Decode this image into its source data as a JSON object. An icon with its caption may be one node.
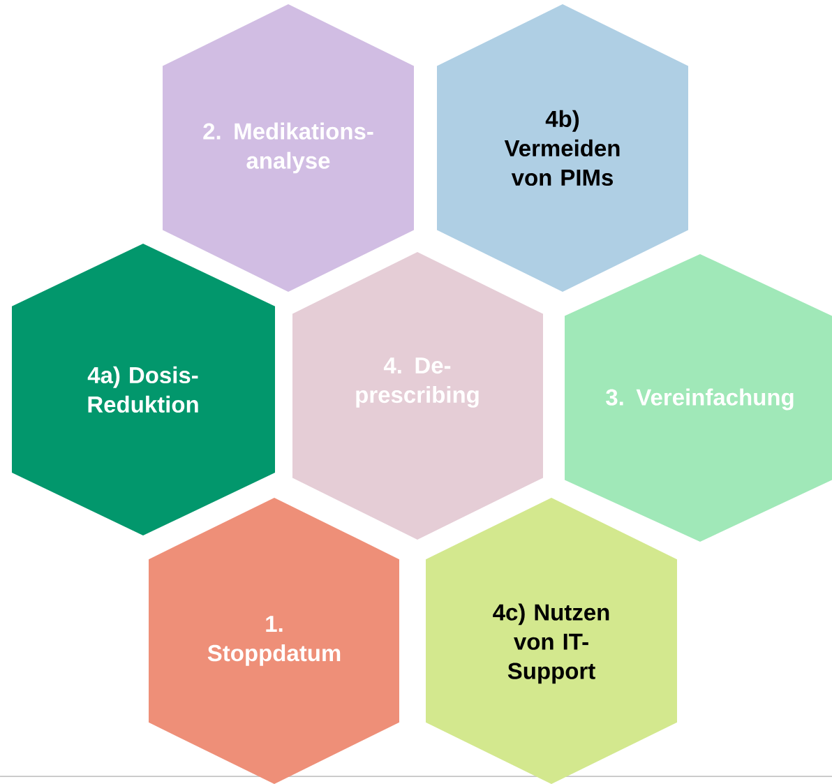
{
  "diagram": {
    "nodes": [
      {
        "text": [
          "2. Medikations- analyse"
        ]
      },
      {
        "text": [
          "4b) Vermeiden von PIMs"
        ]
      },
      {
        "text": [
          "4a) Dosis- Reduktion"
        ]
      },
      {
        "text": [
          "4. De- prescribing"
        ]
      },
      {
        "text": [
          "3. Vereinfachung"
        ]
      },
      {
        "text": [
          "1. Stoppdatum"
        ]
      },
      {
        "text": [
          "4c) Nutzen von IT- Support"
        ]
      }
    ]
  }
}
